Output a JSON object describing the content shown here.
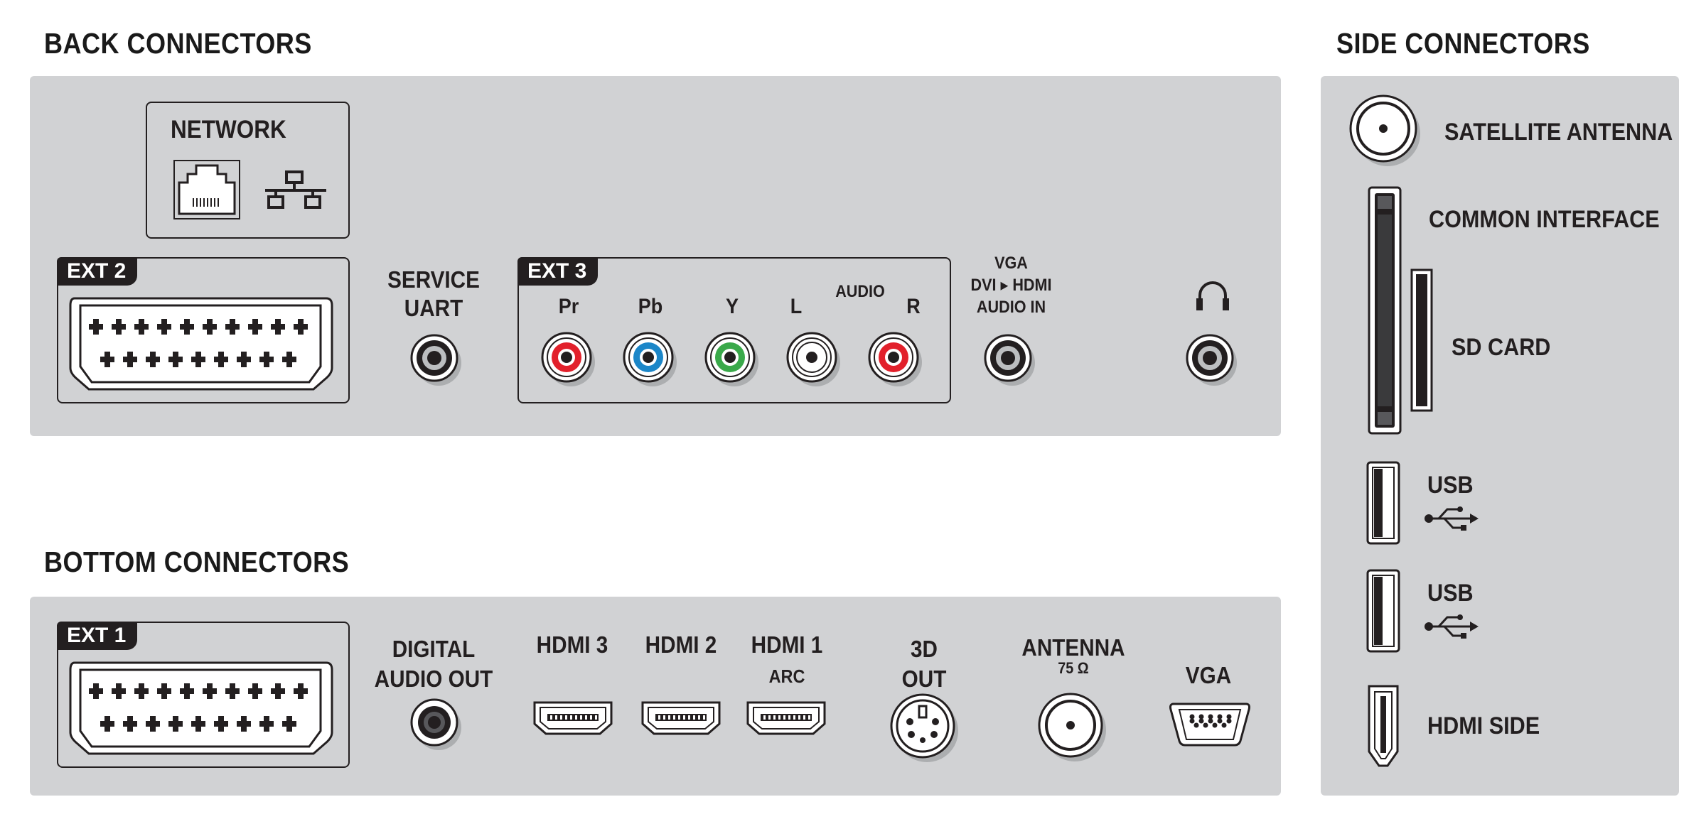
{
  "headings": {
    "back": "BACK CONNECTORS",
    "bottom": "BOTTOM CONNECTORS",
    "side": "SIDE CONNECTORS"
  },
  "back": {
    "network": "NETWORK",
    "ext2": "EXT 2",
    "service_line1": "SERVICE",
    "service_line2": "UART",
    "ext3": "EXT 3",
    "pr": "Pr",
    "pb": "Pb",
    "y": "Y",
    "l": "L",
    "audio": "AUDIO",
    "r": "R",
    "vga_line1": "VGA",
    "vga_line2": "DVI ▸ HDMI",
    "vga_line3": "AUDIO IN"
  },
  "bottom": {
    "ext1": "EXT 1",
    "digital_line1": "DIGITAL",
    "digital_line2": "AUDIO OUT",
    "hdmi3": "HDMI 3",
    "hdmi2": "HDMI 2",
    "hdmi1": "HDMI 1",
    "arc": "ARC",
    "out3d_line1": "3D",
    "out3d_line2": "OUT",
    "antenna": "ANTENNA",
    "ohms": "75 Ω",
    "vga": "VGA"
  },
  "side": {
    "satellite": "SATELLITE ANTENNA",
    "common_interface": "COMMON  INTERFACE",
    "sd_card": "SD CARD",
    "usb1": "USB",
    "usb2": "USB",
    "hdmi_side": "HDMI SIDE"
  },
  "colors": {
    "panel": "#d1d2d4",
    "dark": "#231f20",
    "rca_red": "#e2202b",
    "rca_blue": "#1b86c8",
    "rca_green": "#3aa94a",
    "rca_white": "#ffffff"
  },
  "icons": {
    "network_port": "rj45-port-icon",
    "network_symbol": "network-icon",
    "headphones": "headphones-icon",
    "usb_symbol": "usb-icon"
  }
}
